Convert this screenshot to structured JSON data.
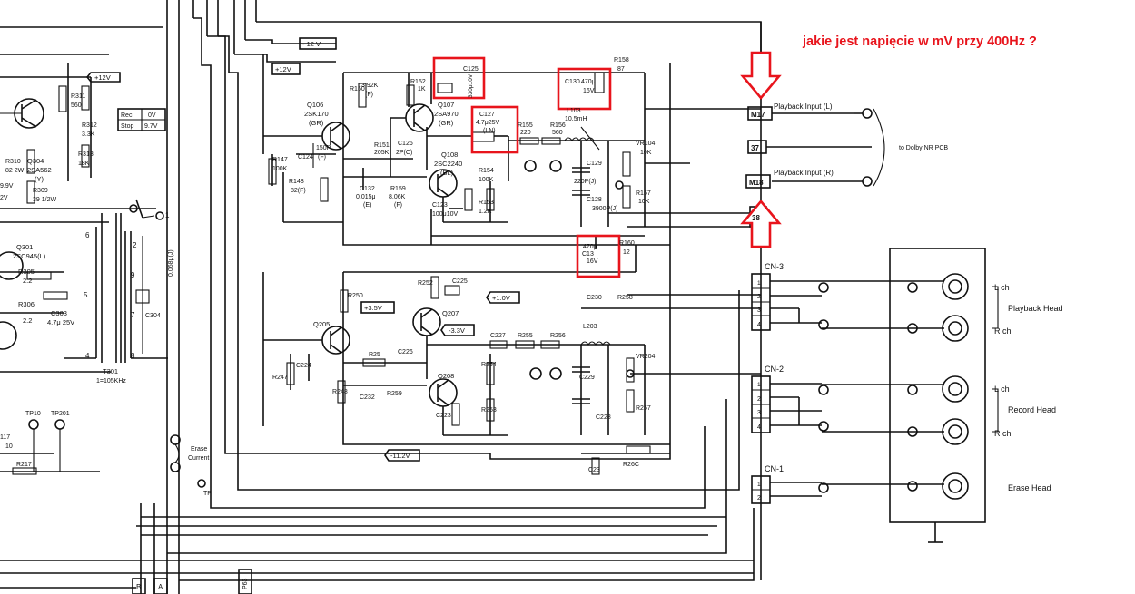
{
  "question": "jakie jest napięcie w mV przy 400Hz ?",
  "colors": {
    "ink": "#111111",
    "annotation_red": "#e8141c",
    "paper": "#ffffff"
  },
  "connectors": {
    "pb_in_l_pin": "M17",
    "pb_in_l_label": "Playback Input (L)",
    "pin_37": "37",
    "pb_in_r_pin": "M18",
    "pb_in_r_label": "Playback Input (R)",
    "pin_38": "38",
    "dolby": "to Dolby NR PCB",
    "cn3": "CN-3",
    "cn2": "CN-2",
    "cn1": "CN-1"
  },
  "heads": {
    "playback": "Playback Head",
    "record": "Record Head",
    "erase": "Erase Head",
    "lch": "L ch",
    "rch": "R ch"
  },
  "rails": {
    "m12": "- 12 V",
    "p12a": "+12V",
    "p12b": "+12V",
    "rec_stop_a": "Rec",
    "rec_stop_b": "Stop",
    "rec_v": "0V",
    "stop_v": "9.7V",
    "p35": "+3.5V",
    "m33": "-3.3V",
    "p10": "+1.0V",
    "m112": "-11.2V"
  },
  "parts": {
    "q106": "Q106",
    "q106b": "2SK170",
    "q106c": "(GR)",
    "q107": "Q107",
    "q107b": "2SA970",
    "q107c": "(GR)",
    "q108": "Q108",
    "q108b": "2SC2240",
    "q108c": "(BL)",
    "q205": "Q205",
    "q207": "Q207",
    "q208": "Q208",
    "q304": "Q304",
    "q304b": "2SA562",
    "q304c": "(Y)",
    "q301": "Q301",
    "q301b": "2SC945(L)",
    "c125": "C125",
    "c125v": "330μ10V",
    "c127": "C127",
    "c127v": "4.7μ25V",
    "c127c": "(LN)",
    "c130": "C130",
    "c130v": "470μ",
    "c130w": "16V",
    "c13": "C13",
    "c13v": "470μ",
    "c13w": "16V",
    "r158": "R158",
    "r158v": "87",
    "r150": "R150",
    "r150v": "3.92K",
    "r150w": "(F)",
    "r152": "R152",
    "r152v": "1K",
    "r155": "R155",
    "r155v": "220",
    "r156": "R156",
    "r156v": "560",
    "l103": "L103",
    "l103v": "10.5mH",
    "c124": "C124",
    "c124v": "150P",
    "c124w": "(F)",
    "r151": "R151",
    "r151v": "205K",
    "c126": "C126",
    "c126v": "2P(C)",
    "r148": "R148",
    "r148v": "82(F)",
    "r147": "R147",
    "r147v": "100K",
    "c132": "C132",
    "c132v": "0.015μ",
    "c132w": "(E)",
    "r159": "R159",
    "r159v": "8.06K",
    "r159w": "(F)",
    "r154": "R154",
    "r154v": "100K",
    "r153": "R153",
    "r153v": "1.2K",
    "c129": "C129",
    "c129v": "220P(J)",
    "c128": "C128",
    "c128v": "3900P(J)",
    "vr104": "VR104",
    "vr104v": "10K",
    "r157": "R157",
    "r157v": "10K",
    "c123": "C123",
    "c123v": "100μ10V",
    "r160": "R160",
    "r160v": "12",
    "r250": "R250",
    "r252": "R252",
    "c225": "C225",
    "c226": "C226",
    "c227": "C227",
    "r255": "R255",
    "r256": "R256",
    "l203": "L203",
    "c229": "C229",
    "c228": "C228",
    "vr204": "VR204",
    "r257": "R257",
    "r254": "R254",
    "r253": "R253",
    "c223": "C223",
    "r247": "R247",
    "c224": "C224",
    "r25": "R25",
    "r248": "R248",
    "c232": "C232",
    "r259": "R259",
    "c230": "C230",
    "r258": "R258",
    "r260": "R26C",
    "c23": "C23",
    "t301": "T301",
    "t301v": "1=105KHz",
    "c304": "C304",
    "c304v": "0.068μ(J)",
    "r305": "R305",
    "r305v": "2.2",
    "r306": "R306",
    "r306v": "2.2",
    "c303": "C303",
    "c303v": "4.7μ 25V",
    "r311": "R311",
    "r311v": "560",
    "r312": "R312",
    "r312v": "3.3K",
    "r313": "R313",
    "r313v": "18K",
    "r310": "R310",
    "r310v": "82 2W",
    "r309": "R309",
    "r309v": "39 1/2W",
    "v9": "9.9V",
    "v2": "2V",
    "tp10": "TP10",
    "tp201": "TP201",
    "r117": "117",
    "r117v": "10",
    "r217": "R217",
    "erase": "Erase",
    "erase2": "Current",
    "tp": "TP",
    "b": "B",
    "a": "A",
    "p63": "P63",
    "n1": "1",
    "n2": "2",
    "n4": "4",
    "n5": "5",
    "n6": "6",
    "n7": "7",
    "n8": "8",
    "n9": "9",
    "n3": "3"
  }
}
